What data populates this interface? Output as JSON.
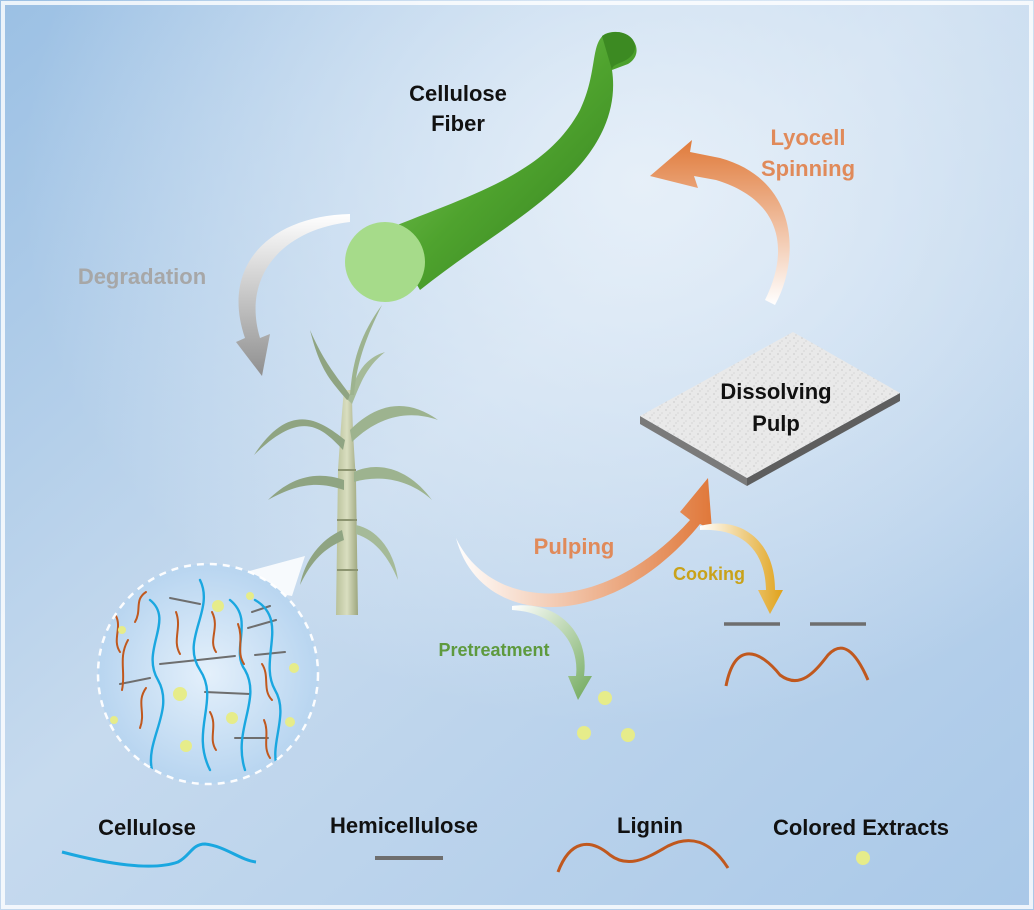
{
  "fiber": {
    "line1": "Cellulose",
    "line2": "Fiber"
  },
  "pulp": {
    "line1": "Dissolving",
    "line2": "Pulp"
  },
  "steps": {
    "degradation": "Degradation",
    "spinning_line1": "Lyocell",
    "spinning_line2": "Spinning",
    "pulping": "Pulping",
    "cooking": "Cooking",
    "pretreatment": "Pretreatment"
  },
  "legend": {
    "cellulose": "Cellulose",
    "hemicellulose": "Hemicellulose",
    "lignin": "Lignin",
    "extracts": "Colored Extracts"
  },
  "colors": {
    "cellulose": "#1AA7E0",
    "hemicellulose": "#6E6E6E",
    "lignin": "#C0581E",
    "extracts": "#E6EC8A",
    "fiber": "#5BAE3A",
    "orange_label": "#E08A5A",
    "gold_label": "#C9A21A",
    "green_label": "#5E9A3E",
    "gray_label": "#A7A7A7"
  }
}
